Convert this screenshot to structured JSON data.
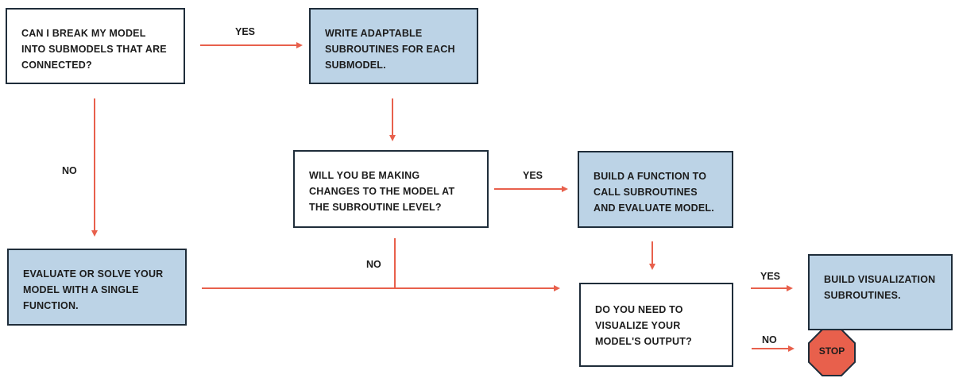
{
  "boxes": {
    "break_model": "CAN I BREAK MY MODEL INTO SUBMODELS THAT ARE CONNECTED?",
    "write_subroutines": "WRITE ADAPTABLE SUBROUTINES FOR EACH SUBMODEL.",
    "making_changes": "WILL YOU BE MAKING CHANGES TO THE MODEL AT THE SUBROUTINE LEVEL?",
    "build_function": "BUILD A FUNCTION TO CALL SUBROUTINES AND EVALUATE MODEL.",
    "evaluate_single": "EVALUATE OR SOLVE YOUR MODEL WITH A SINGLE FUNCTION.",
    "need_visualize": "DO YOU NEED TO VISUALIZE YOUR MODEL'S OUTPUT?",
    "build_visualization": "BUILD VISUALIZATION SUBROUTINES."
  },
  "labels": {
    "yes_1": "YES",
    "no_1": "NO",
    "yes_2": "YES",
    "no_2": "NO",
    "yes_3": "YES",
    "no_3": "NO"
  },
  "stop": "STOP",
  "colors": {
    "arrow": "#e8604c",
    "box_fill_blue": "#bcd3e6",
    "box_border": "#1f2d3a",
    "stop_fill": "#e8604c"
  }
}
